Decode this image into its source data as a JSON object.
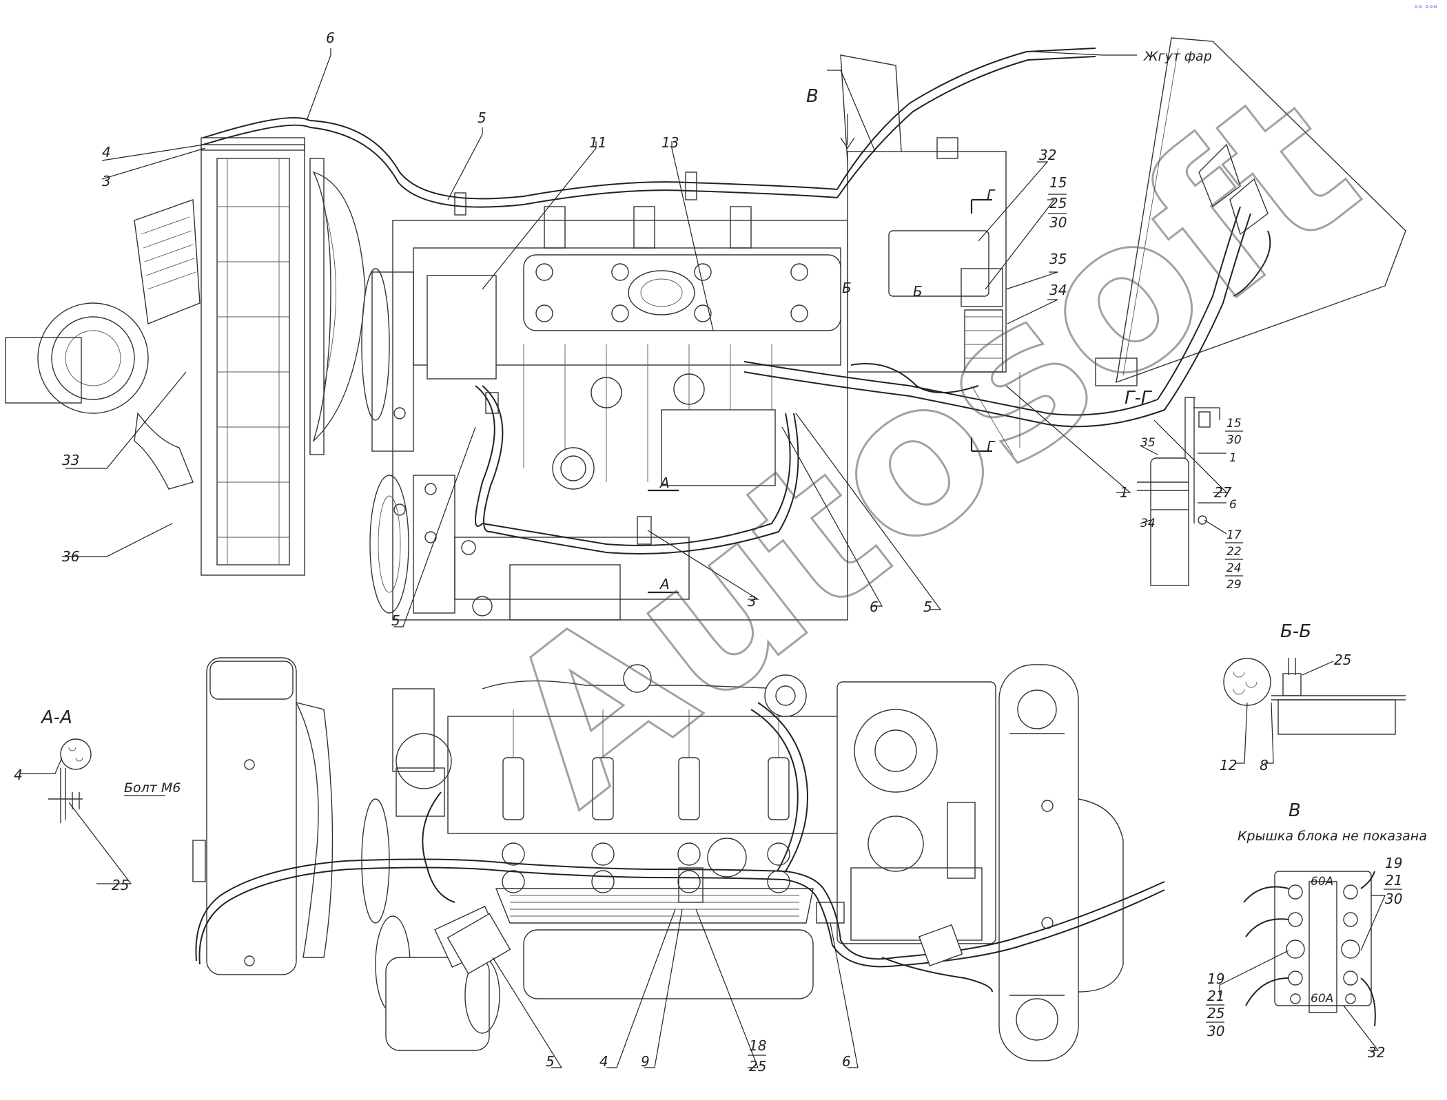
{
  "corner_mark": "°° °°°",
  "watermark": "Autosoft",
  "callouts": {
    "top_view": [
      {
        "text": "6"
      },
      {
        "text": "4"
      },
      {
        "text": "3"
      },
      {
        "text": "5"
      },
      {
        "text": "11"
      },
      {
        "text": "13"
      },
      {
        "text": "33"
      },
      {
        "text": "36"
      },
      {
        "text": "5"
      },
      {
        "text": "3"
      },
      {
        "text": "6"
      },
      {
        "text": "5"
      },
      {
        "text": "1"
      },
      {
        "text": "27"
      },
      {
        "text": "32"
      },
      {
        "text": "15"
      },
      {
        "text": "25"
      },
      {
        "text": "30"
      },
      {
        "text": "35"
      },
      {
        "text": "34"
      }
    ],
    "side_view": [
      {
        "text": "5"
      },
      {
        "text": "4"
      },
      {
        "text": "9"
      },
      {
        "text": "18"
      },
      {
        "text": "25"
      },
      {
        "text": "6"
      }
    ],
    "section_gg": [
      {
        "text": "15"
      },
      {
        "text": "30"
      },
      {
        "text": "35"
      },
      {
        "text": "1"
      },
      {
        "text": "6"
      },
      {
        "text": "34"
      },
      {
        "text": "17"
      },
      {
        "text": "22"
      },
      {
        "text": "24"
      },
      {
        "text": "29"
      }
    ],
    "section_bb": [
      {
        "text": "25"
      },
      {
        "text": "12"
      },
      {
        "text": "8"
      }
    ],
    "section_aa": [
      {
        "text": "4"
      },
      {
        "text": "25"
      }
    ],
    "view_v": [
      {
        "text": "19"
      },
      {
        "text": "21"
      },
      {
        "text": "30"
      },
      {
        "text": "19"
      },
      {
        "text": "21"
      },
      {
        "text": "25"
      },
      {
        "text": "30"
      },
      {
        "text": "32"
      }
    ]
  },
  "view_markers": {
    "b": "В",
    "b_arrow": "Б",
    "b_arrow2": "Б",
    "g_top": "Г",
    "g_bottom": "Г",
    "a_top": "А",
    "a_bottom": "А"
  },
  "harness_label": "Жгут фар",
  "section_titles": {
    "gg": "Г-Г",
    "bb": "Б-Б",
    "aa": "А-А",
    "v": "В"
  },
  "notes": {
    "bolt": "Болт М6",
    "cover_not_shown": "Крышка блока не показана",
    "fuse_top": "60А",
    "fuse_bottom": "60А"
  }
}
